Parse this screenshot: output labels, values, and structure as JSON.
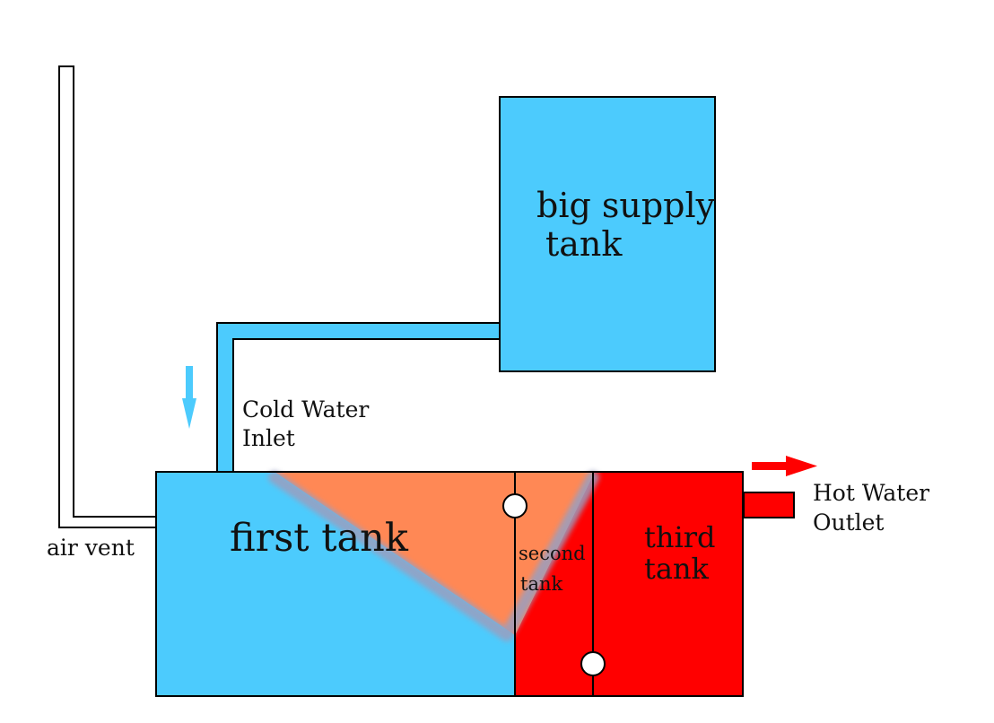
{
  "labels": {
    "supply_line1": "big supply",
    "supply_line2": "tank",
    "inlet_line1": "Cold Water",
    "inlet_line2": "Inlet",
    "air_vent": "air vent",
    "first_tank": "first tank",
    "second_line1": "second",
    "second_line2": "tank",
    "third_line1": "third",
    "third_line2": "tank",
    "outlet_line1": "Hot Water",
    "outlet_line2": "Outlet"
  },
  "colors": {
    "cold": "#4ccbfd",
    "hot": "#ff0000",
    "warm": "#ff8855",
    "baffle": "#9a9fc0",
    "outline": "#000000"
  },
  "icons": {
    "inlet_arrow": "arrow-down-icon",
    "outlet_arrow": "arrow-right-icon"
  }
}
